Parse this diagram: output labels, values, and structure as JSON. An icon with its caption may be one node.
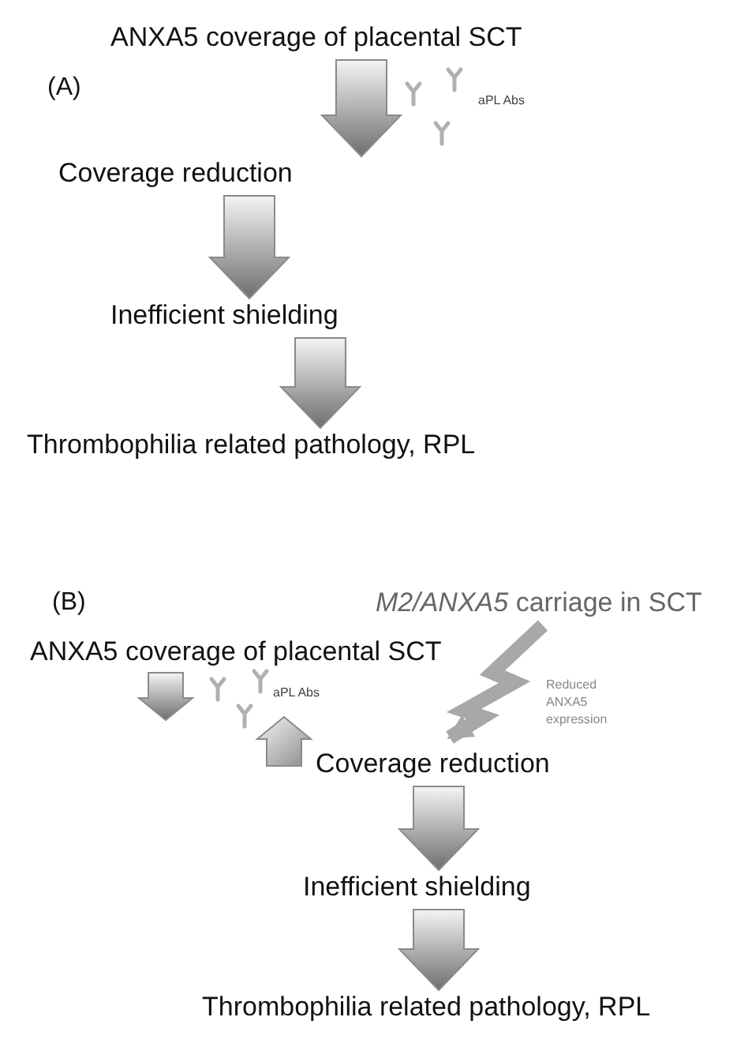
{
  "diagram": {
    "nodes": [
      {
        "text": [
          "ANXA5 coverage of placental SCT"
        ]
      },
      {
        "text": [
          "Coverage reduction"
        ]
      },
      {
        "text": [
          "Inefficient shielding"
        ]
      },
      {
        "text": [
          "Thrombophilia related pathology, RPL"
        ]
      },
      {
        "text": [
          "ANXA5 coverage of placental SCT"
        ]
      },
      {
        "text": [
          "*M2/ANXA5* carriage in SCT"
        ]
      },
      {
        "text": [
          "Coverage reduction"
        ]
      },
      {
        "text": [
          "Inefficient shielding"
        ]
      },
      {
        "text": [
          "Thrombophilia related pathology, RPL"
        ]
      }
    ],
    "edges": [
      {
        "from": 0,
        "to": 1,
        "arrow": "to"
      },
      {
        "from": 1,
        "to": 2,
        "arrow": "to"
      },
      {
        "from": 2,
        "to": 3,
        "arrow": "to"
      },
      {
        "from": 5,
        "to": 6,
        "arrow": "to",
        "label": "Reduced ANXA5 expression"
      },
      {
        "from": 6,
        "to": 7,
        "arrow": "to"
      },
      {
        "from": 7,
        "to": 8,
        "arrow": "to"
      }
    ],
    "labels": [
      "(A)",
      "aPL Abs",
      "(B)",
      "aPL Abs"
    ]
  }
}
